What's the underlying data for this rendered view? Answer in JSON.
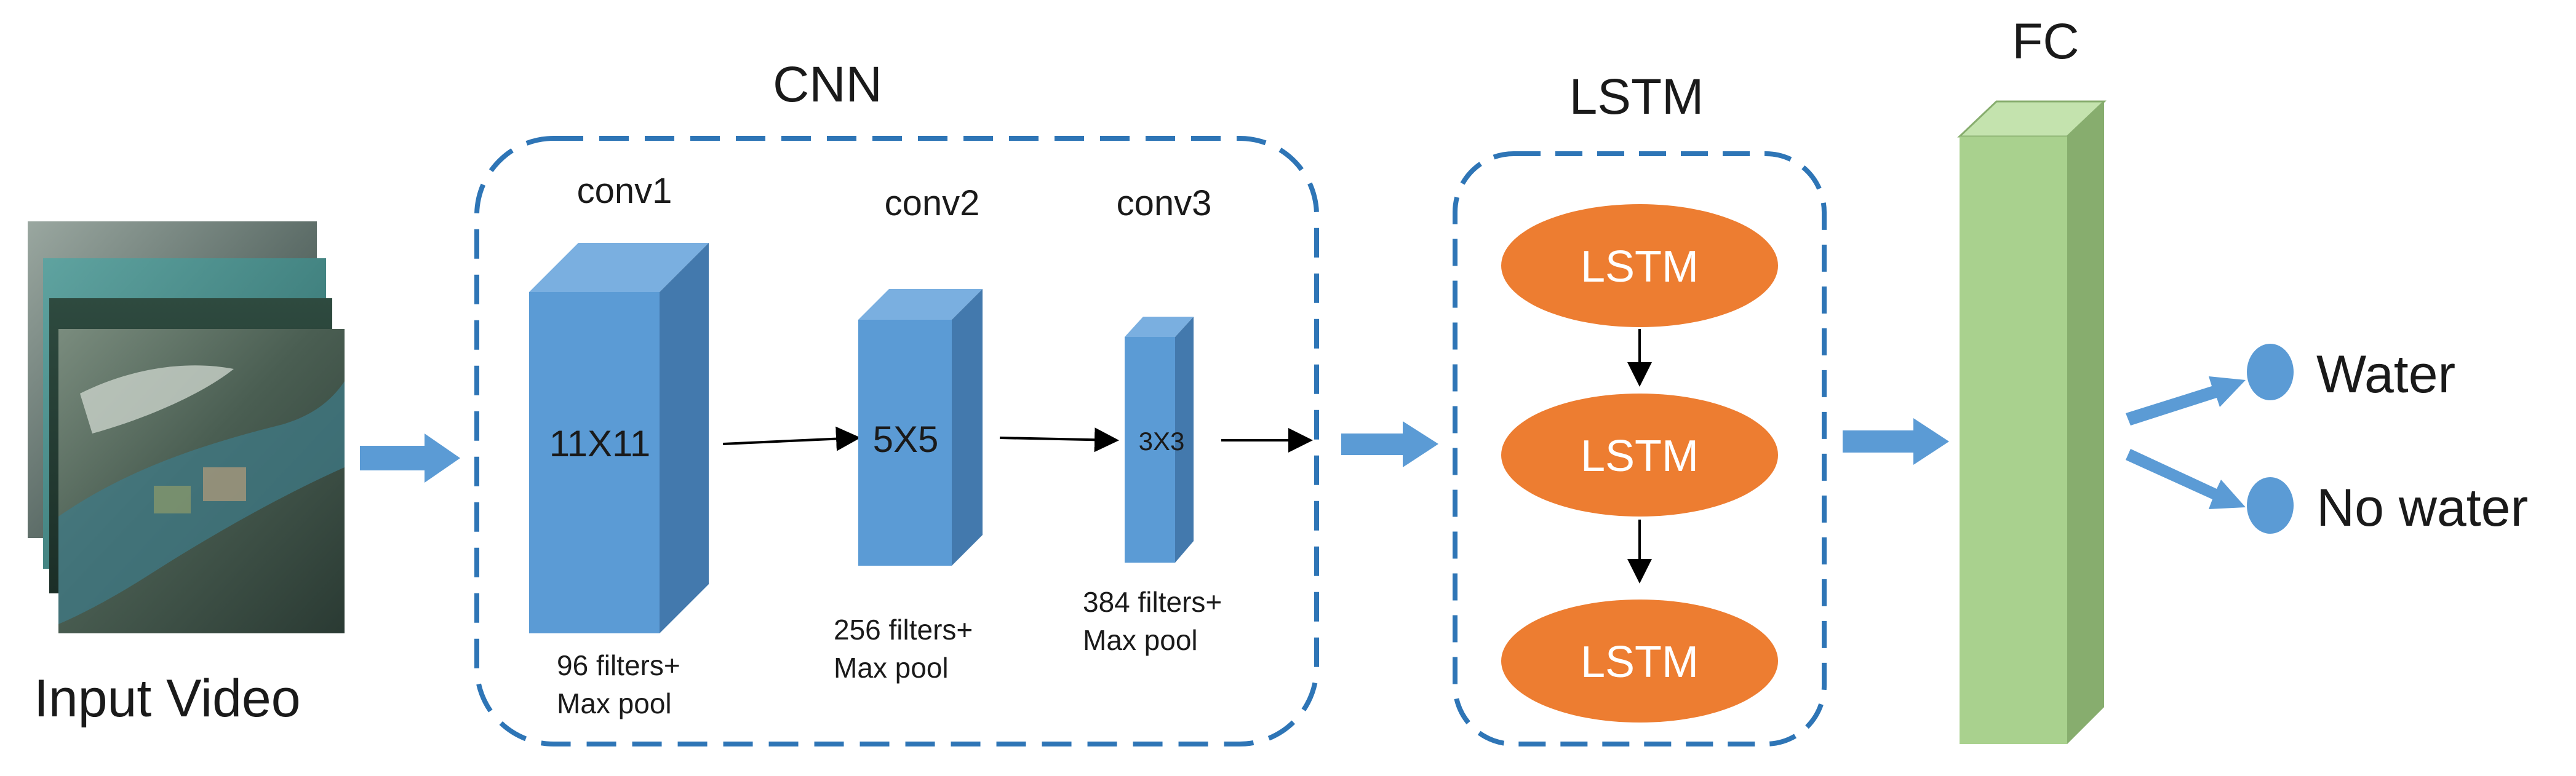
{
  "input": {
    "label": "Input Video"
  },
  "cnn": {
    "title": "CNN",
    "layers": [
      {
        "name": "conv1",
        "kernel": "11X11",
        "filters_line1": "96 filters+",
        "filters_line2": "Max pool"
      },
      {
        "name": "conv2",
        "kernel": "5X5",
        "filters_line1": "256 filters+",
        "filters_line2": "Max pool"
      },
      {
        "name": "conv3",
        "kernel": "3X3",
        "filters_line1": "384 filters+",
        "filters_line2": "Max pool"
      }
    ]
  },
  "lstm": {
    "title": "LSTM",
    "cells": [
      "LSTM",
      "LSTM",
      "LSTM"
    ]
  },
  "fc": {
    "title": "FC"
  },
  "outputs": [
    {
      "label": "Water"
    },
    {
      "label": "No water"
    }
  ],
  "colors": {
    "dashed_border": "#2E75B6",
    "conv_front": "#5B9BD5",
    "conv_top": "#7AAFE0",
    "conv_side": "#4379AD",
    "arrow_block": "#5B9BD5",
    "lstm_fill": "#ED7D31",
    "fc_front": "#A9D18E",
    "fc_top": "#C4E3AE",
    "fc_side": "#87AD6E",
    "output_dot": "#5B9BD5",
    "text": "#1a1a1a",
    "lstm_text": "#ffffff"
  }
}
